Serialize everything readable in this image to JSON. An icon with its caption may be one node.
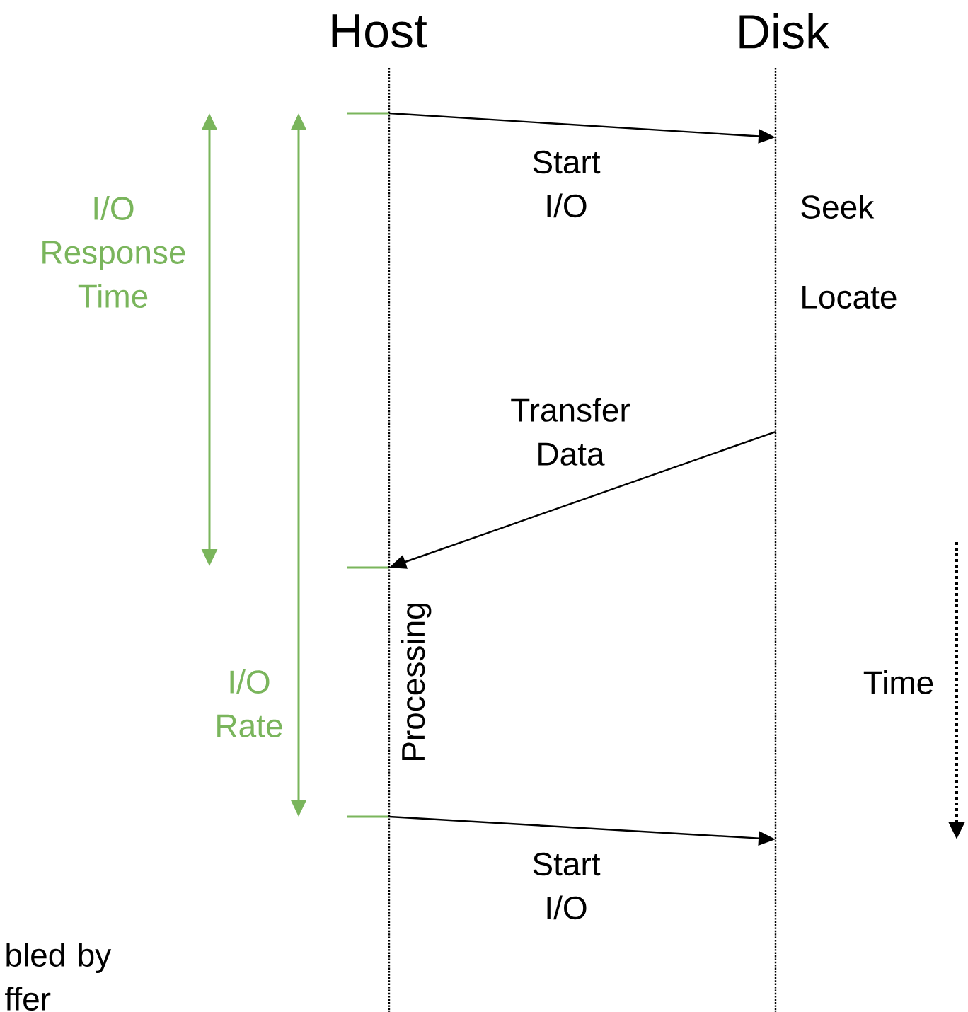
{
  "diagram": {
    "nodes": [
      {
        "text": [
          "Host"
        ]
      },
      {
        "text": [
          "Disk"
        ]
      }
    ],
    "edges": [
      {
        "from": 0,
        "to": 1,
        "arrow": "to",
        "label": "Start I/O"
      },
      {
        "from": 1,
        "to": 0,
        "arrow": "to",
        "label": "Transfer Data"
      },
      {
        "from": 0,
        "to": 1,
        "arrow": "to",
        "label": "Start I/O"
      }
    ],
    "labels": [
      "Seek",
      "Locate",
      "I/O Response Time",
      "I/O Rate",
      "Processing",
      "Time",
      "bled by ffer"
    ]
  }
}
